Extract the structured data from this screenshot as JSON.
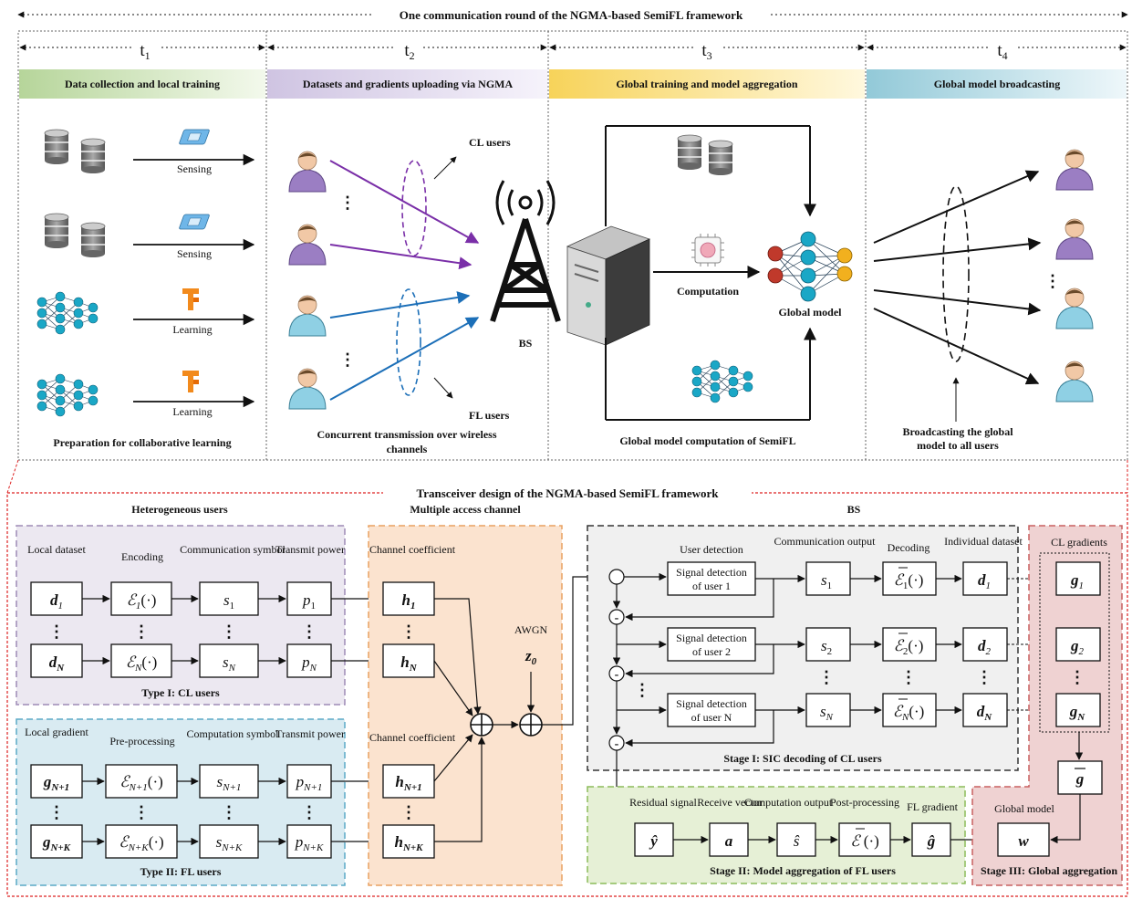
{
  "top": {
    "title": "One communication round of the NGMA-based SemiFL framework",
    "phases": [
      {
        "label": "t",
        "sub": "1",
        "header": "Data collection and local training"
      },
      {
        "label": "t",
        "sub": "2",
        "header": "Datasets and gradients uploading via NGMA"
      },
      {
        "label": "t",
        "sub": "3",
        "header": "Global training and model aggregation"
      },
      {
        "label": "t",
        "sub": "4",
        "header": "Global model broadcasting"
      }
    ],
    "p1": {
      "sensing": "Sensing",
      "learning": "Learning",
      "caption": "Preparation for collaborative learning"
    },
    "p2": {
      "cl_users": "CL users",
      "fl_users": "FL users",
      "bs": "BS",
      "dots": "⋮",
      "caption_l1": "Concurrent transmission over wireless",
      "caption_l2": "channels"
    },
    "p3": {
      "computation": "Computation",
      "global_model": "Global model",
      "caption": "Global model computation of SemiFL"
    },
    "p4": {
      "dots": "⋮",
      "caption_l1": "Broadcasting the global",
      "caption_l2": "model to all users"
    }
  },
  "bottom": {
    "title": "Transceiver design of the NGMA-based SemiFL framework",
    "section_headers": {
      "users": "Heterogeneous users",
      "mac": "Multiple access channel",
      "bs": "BS"
    },
    "cl": {
      "cols": [
        "Local dataset",
        "Encoding",
        "Communication symbol",
        "Transmit power"
      ],
      "row1": [
        "d",
        "1",
        "ℰ",
        "1",
        "(·)",
        "s",
        "1",
        "p",
        "1"
      ],
      "rowN": [
        "d",
        "N",
        "ℰ",
        "N",
        "(·)",
        "s",
        "N",
        "p",
        "N"
      ],
      "caption": "Type I: CL users"
    },
    "fl": {
      "cols": [
        "Local gradient",
        "Pre-processing",
        "Computation symbol",
        "Transmit power"
      ],
      "row1": [
        "g",
        "N+1",
        "ℰ",
        "N+1",
        "(·)",
        "s",
        "N+1",
        "p",
        "N+1"
      ],
      "rowK": [
        "g",
        "N+K",
        "ℰ",
        "N+K",
        "(·)",
        "s",
        "N+K",
        "p",
        "N+K"
      ],
      "caption": "Type II: FL users"
    },
    "channel": {
      "coef": "Channel coefficient",
      "h1": [
        "h",
        "1"
      ],
      "hN": [
        "h",
        "N"
      ],
      "hN1": [
        "h",
        "N+1"
      ],
      "hNK": [
        "h",
        "N+K"
      ],
      "awgn": "AWGN",
      "noise": [
        "z",
        "0"
      ]
    },
    "stage1": {
      "col_user_detection": "User detection",
      "col_comm_output": "Communication output",
      "col_decoding": "Decoding",
      "col_individual": "Individual dataset",
      "det1": [
        "Signal detection",
        "of user 1"
      ],
      "det2": [
        "Signal detection",
        "of user 2"
      ],
      "detN": [
        "Signal detection",
        "of user N"
      ],
      "s_subs": [
        "1",
        "2",
        "N"
      ],
      "d_subs": [
        "1",
        "2",
        "N"
      ],
      "caption": "Stage I:  SIC decoding of  CL users"
    },
    "stage2": {
      "cols": [
        "Residual signal",
        "Receive vector",
        "Computation output",
        "Post-processing",
        "FL gradient"
      ],
      "caption": "Stage II: Model aggregation of FL users"
    },
    "stage3": {
      "cl_gradients": "CL gradients",
      "global_model": "Global model",
      "g_subs": [
        "1",
        "2",
        "N"
      ],
      "w": "w",
      "caption": "Stage III: Global aggregation"
    },
    "minus": "-",
    "vdots": "⋮"
  }
}
